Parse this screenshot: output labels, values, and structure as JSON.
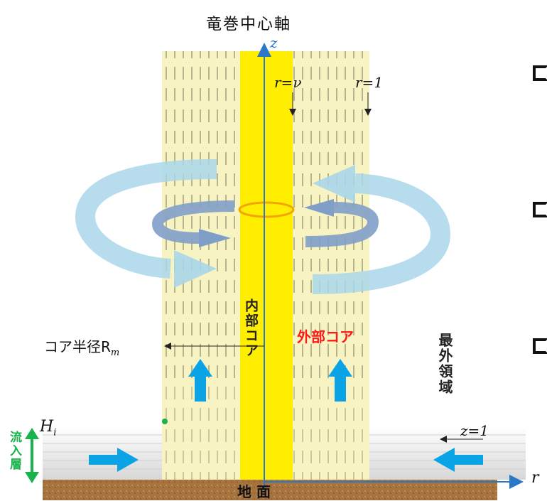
{
  "title": "竜巻中心軸",
  "axis_z_label": "z",
  "axis_r_label": "r",
  "marker_r_nu": "r=ν",
  "marker_r_1": "r=1",
  "marker_z_1": "z=1",
  "inner_core_label": "内部コア",
  "outer_core_label": "外部コア",
  "outermost_region_label": "最外領域",
  "core_radius_label": "コア半径R",
  "core_radius_subscript": "m",
  "inflow_height_label": "H",
  "inflow_height_subscript": "i",
  "inflow_layer_label": "流入層",
  "ground_label": "地 面",
  "colors": {
    "inner_core": "#ffee00",
    "outer_core": "#f7f3c2",
    "rotation_outer": "#a9d6ea",
    "rotation_inner": "#7f9fc9",
    "updraft_arrow": "#0aa4e6",
    "inflow_label": "#19b24b",
    "outer_core_text": "#ff1a1a",
    "ground": "#a6733e",
    "axis": "#2a78c8"
  }
}
